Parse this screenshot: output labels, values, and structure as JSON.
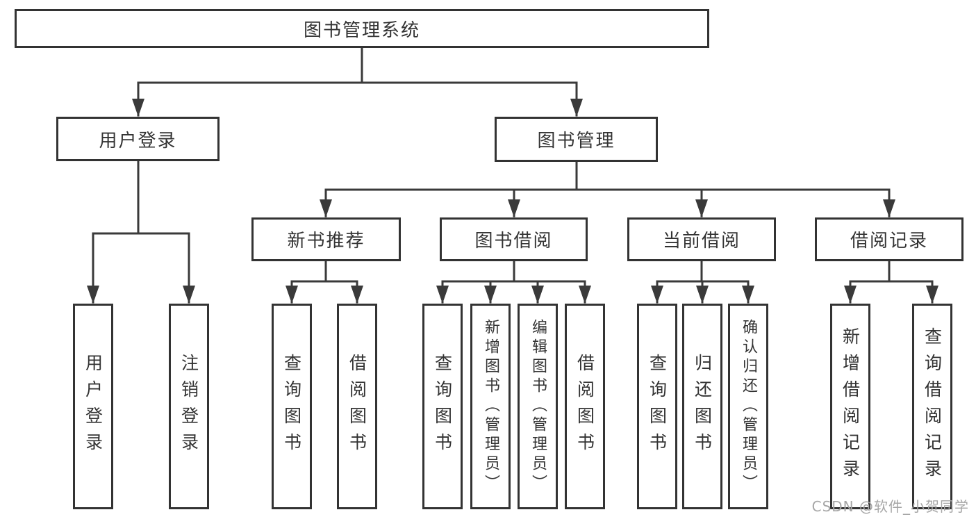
{
  "colors": {
    "line": "#3a3a3a",
    "box_border": "#333333",
    "text": "#333333",
    "watermark": "#a6a6a6",
    "background": "#ffffff"
  },
  "watermark": {
    "text": "CSDN @软件_小贺同学"
  },
  "tree": {
    "root": {
      "label": "图书管理系统"
    },
    "children": [
      {
        "label": "用户登录",
        "children": [
          {
            "label": "用户登录"
          },
          {
            "label": "注销登录"
          }
        ]
      },
      {
        "label": "图书管理",
        "children": [
          {
            "label": "新书推荐",
            "children": [
              {
                "label": "查询图书"
              },
              {
                "label": "借阅图书"
              }
            ]
          },
          {
            "label": "图书借阅",
            "children": [
              {
                "label": "查询图书"
              },
              {
                "label": "新增图书（管理员）"
              },
              {
                "label": "编辑图书（管理员）"
              },
              {
                "label": "借阅图书"
              }
            ]
          },
          {
            "label": "当前借阅",
            "children": [
              {
                "label": "查询图书"
              },
              {
                "label": "归还图书"
              },
              {
                "label": "确认归还（管理员）"
              }
            ]
          },
          {
            "label": "借阅记录",
            "children": [
              {
                "label": "新增借阅记录"
              },
              {
                "label": "查询借阅记录"
              }
            ]
          }
        ]
      }
    ]
  }
}
